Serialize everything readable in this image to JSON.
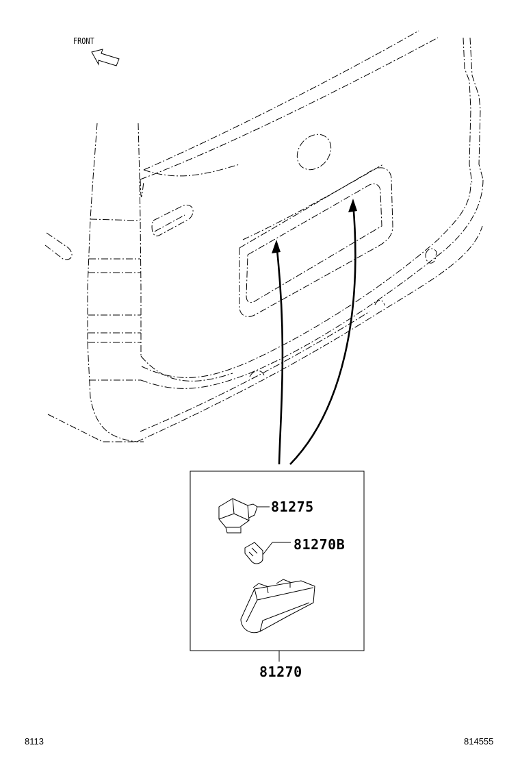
{
  "diagram": {
    "direction_label": "FRONT",
    "parts": {
      "socket": "81275",
      "bulb": "81270B",
      "lamp_assembly": "81270"
    },
    "footer": {
      "left_code": "8113",
      "right_code": "814555"
    }
  }
}
